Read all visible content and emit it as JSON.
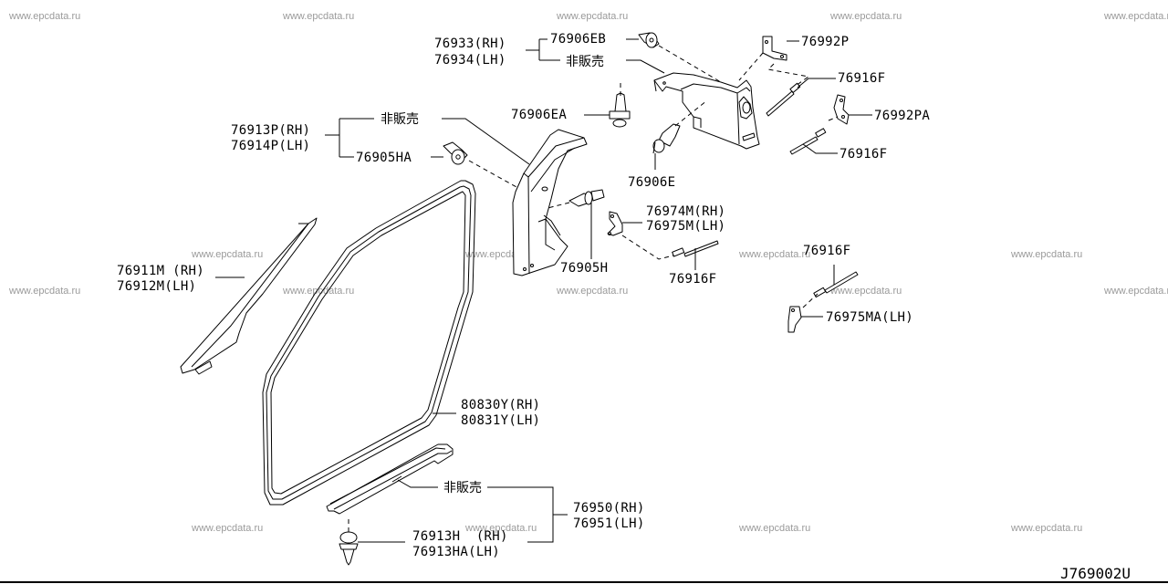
{
  "watermark": "www.epcdata.ru",
  "diagram_code": "J769002U",
  "not_sold": "非販売",
  "labels": {
    "p76933": "76933(RH)",
    "p76934": "76934(LH)",
    "p76906EB": "76906EB",
    "not_sold_top": "非販売",
    "p76992P": "76992P",
    "p76916F_a": "76916F",
    "p76992PA": "76992PA",
    "p76916F_b": "76916F",
    "p76906EA": "76906EA",
    "p76906E": "76906E",
    "p76913P": "76913P(RH)",
    "p76914P": "76914P(LH)",
    "not_sold_mid": "非販売",
    "p76905HA": "76905HA",
    "p76974M": "76974M(RH)",
    "p76975M": "76975M(LH)",
    "p76905H": "76905H",
    "p76916F_c": "76916F",
    "p76916F_d": "76916F",
    "p76975MA": "76975MA(LH)",
    "p76911M": "76911M (RH)",
    "p76912M": "76912M(LH)",
    "p80830Y": "80830Y(RH)",
    "p80831Y": "80831Y(LH)",
    "not_sold_bottom": "非販売",
    "p76950": "76950(RH)",
    "p76951": "76951(LH)",
    "p76913H": "76913H  (RH)",
    "p76913HA": "76913HA(LH)"
  }
}
